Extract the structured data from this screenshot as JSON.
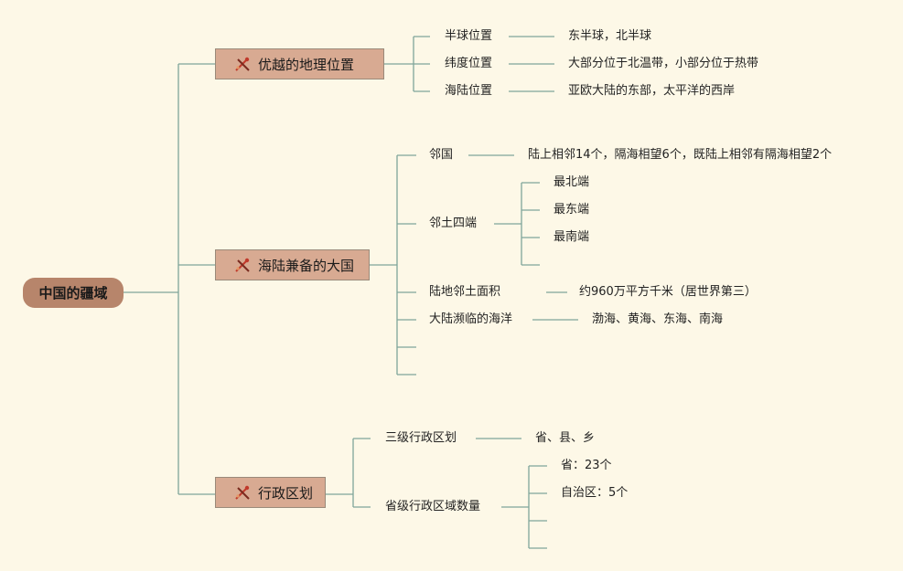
{
  "root": "中国的疆域",
  "branches": [
    {
      "label": "优越的地理位置",
      "children": [
        {
          "label": "半球位置",
          "value": "东半球，北半球"
        },
        {
          "label": "纬度位置",
          "value": "大部分位于北温带，小部分位于热带"
        },
        {
          "label": "海陆位置",
          "value": "亚欧大陆的东部，太平洋的西岸"
        }
      ]
    },
    {
      "label": "海陆兼备的大国",
      "children": [
        {
          "label": "邻国",
          "value": "陆上相邻14个，隔海相望6个，既陆上相邻有隔海相望2个"
        },
        {
          "label": "邻土四端",
          "items": [
            "最北端",
            "最东端",
            "最南端"
          ]
        },
        {
          "label": "陆地邻土面积",
          "value": "约960万平方千米（居世界第三）"
        },
        {
          "label": "大陆濒临的海洋",
          "value": "渤海、黄海、东海、南海"
        }
      ]
    },
    {
      "label": "行政区划",
      "children": [
        {
          "label": "三级行政区划",
          "value": "省、县、乡"
        },
        {
          "label": "省级行政区域数量",
          "items": [
            "省：23个",
            "自治区：5个"
          ]
        }
      ]
    }
  ]
}
